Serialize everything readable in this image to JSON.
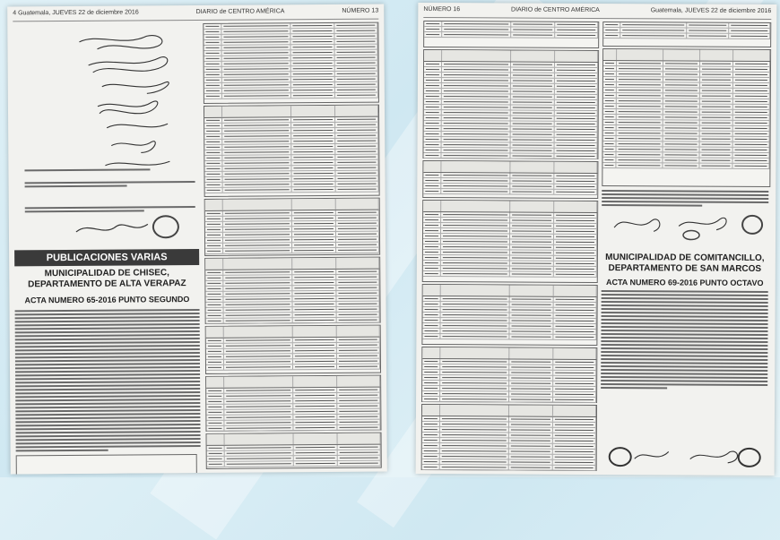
{
  "left_page": {
    "header_left": "4   Guatemala, JUEVES 22 de diciembre 2016",
    "header_center": "DIARIO de CENTRO AMÉRICA",
    "header_right": "NÚMERO 13",
    "section_banner": "PUBLICACIONES VARIAS",
    "municipality_title": "MUNICIPALIDAD DE CHISEC, DEPARTAMENTO DE ALTA VERAPAZ",
    "acta_title": "ACTA NUMERO 65-2016 PUNTO SEGUNDO"
  },
  "right_page": {
    "header_left": "NÚMERO 16",
    "header_center": "DIARIO de CENTRO AMÉRICA",
    "header_right": "Guatemala, JUEVES 22 de diciembre 2016",
    "municipality_title": "MUNICIPALIDAD DE COMITANCILLO, DEPARTAMENTO DE SAN MARCOS",
    "acta_title": "ACTA NUMERO 69-2016 PUNTO OCTAVO"
  }
}
